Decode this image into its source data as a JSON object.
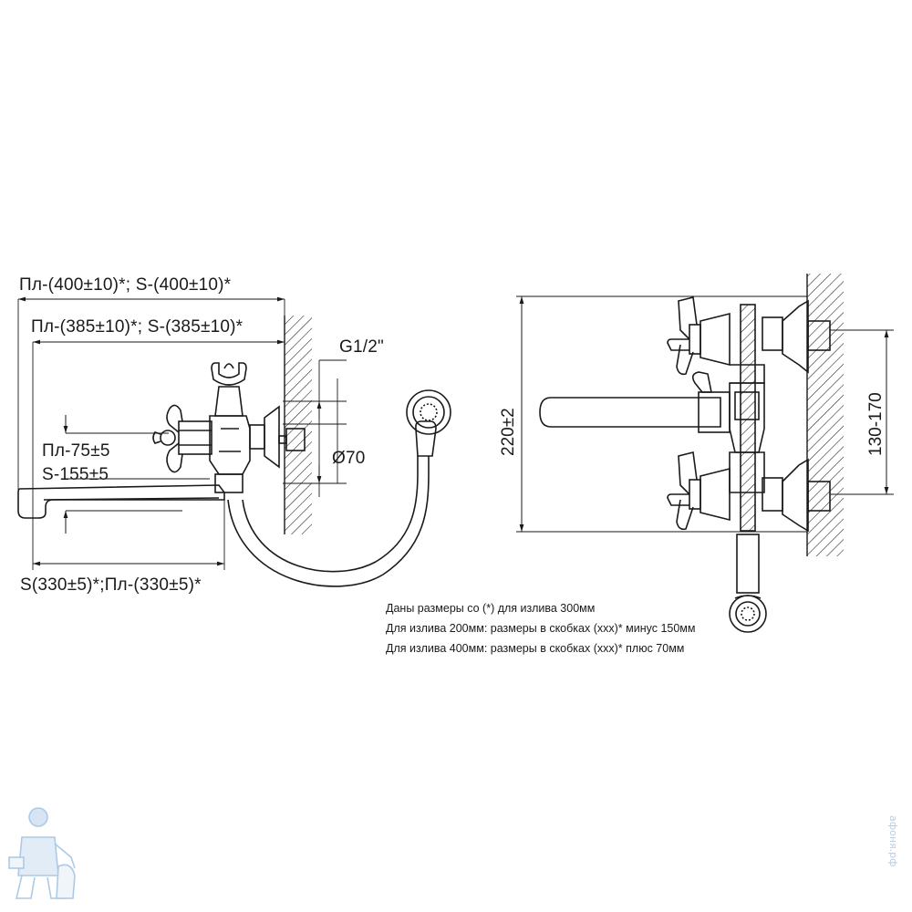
{
  "side_view": {
    "dim_total_label": "Пл-(400±10)*; S-(400±10)*",
    "dim_spout_reach_label": "Пл-(385±10)*; S-(385±10)*",
    "dim_height_pl_label": "Пл-75±5",
    "dim_height_s_label": "S-155±5",
    "dim_spout_length_label": "S(330±5)*;Пл-(330±5)*",
    "thread_label": "G1/2\"",
    "diameter_label": "Ø70"
  },
  "front_view": {
    "height_label": "220±2",
    "spacing_label": "130-170"
  },
  "notes": [
    "Даны размеры со (*) для излива 300мм",
    "Для излива 200мм: размеры в скобках (ххх)* минус 150мм",
    "Для излива 400мм: размеры в скобках (ххх)* плюс 70мм"
  ],
  "watermark": {
    "text": "афоня.рф",
    "logo": "plumber-mascot-icon"
  },
  "colors": {
    "line": "#1a1a1a",
    "watermark": "#9fc0e0"
  }
}
